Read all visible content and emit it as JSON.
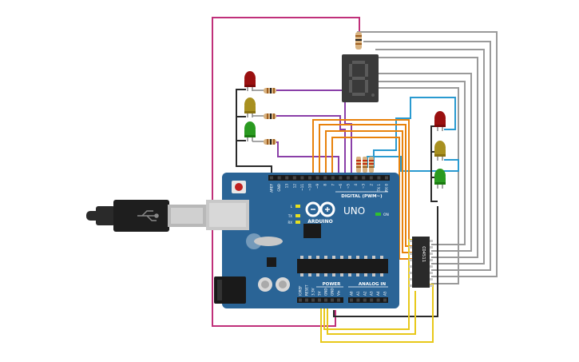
{
  "board": {
    "logo": "ARDUINO",
    "model": "UNO",
    "digital_header": "DIGITAL (PWM~)",
    "power_header": "POWER",
    "analog_header": "ANALOG IN",
    "on_label": "ON",
    "led_l": "L",
    "led_tx": "TX",
    "led_rx": "RX",
    "digital_pins": [
      "AREF",
      "GND",
      "13",
      "12",
      "~11",
      "~10",
      "~9",
      "8",
      "7",
      "~6",
      "~5",
      "4",
      "~3",
      "2",
      "TX 1",
      "RX 0"
    ],
    "power_pins": [
      "IOREF",
      "RESET",
      "3.3V",
      "5V",
      "GND",
      "GND",
      "Vin"
    ],
    "analog_pins": [
      "A0",
      "A1",
      "A2",
      "A3",
      "A4",
      "A5"
    ]
  },
  "decoder_chip": {
    "label": "CD4511"
  },
  "display": {
    "digit": "8"
  },
  "colors": {
    "board": "#2a6496",
    "wire_purple": "#8a3fa8",
    "wire_orange": "#e8820c",
    "wire_gray": "#9a9a9a",
    "wire_blue": "#2a9ad0",
    "wire_yellow": "#e8c81a",
    "wire_black": "#2a2a2a",
    "wire_magenta": "#c0307a",
    "led_red": "#9a1010",
    "led_yellow": "#a89020",
    "led_green": "#2a9a20"
  }
}
